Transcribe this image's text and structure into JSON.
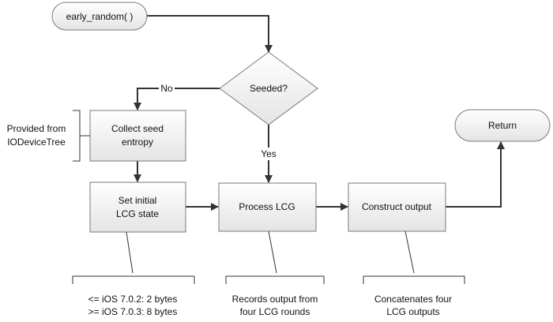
{
  "nodes": {
    "start": "early_random( )",
    "decision": "Seeded?",
    "collect_line1": "Collect seed",
    "collect_line2": "entropy",
    "set_line1": "Set initial",
    "set_line2": "LCG state",
    "process": "Process LCG",
    "construct": "Construct output",
    "return": "Return"
  },
  "edges": {
    "no": "No",
    "yes": "Yes"
  },
  "annotations": {
    "provided_line1": "Provided from",
    "provided_line2": "IODeviceTree",
    "ios_line1": "<= iOS 7.0.2: 2 bytes",
    "ios_line2": ">= iOS 7.0.3: 8 bytes",
    "records_line1": "Records output from",
    "records_line2": "four LCG rounds",
    "concat_line1": "Concatenates four",
    "concat_line2": "LCG outputs"
  }
}
